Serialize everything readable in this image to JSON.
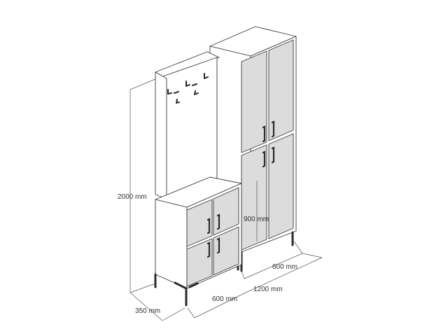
{
  "dimensions": {
    "height_total": "2000 mm",
    "depth": "350 mm",
    "width_left_module": "600 mm",
    "width_total": "1200 mm",
    "width_right_module": "600 mm",
    "height_right_lower": "900 mm"
  },
  "colors": {
    "line": "#3a3a3a",
    "door_face": "#dcdcdc",
    "handle": "#2a2a2a",
    "background": "#ffffff"
  }
}
